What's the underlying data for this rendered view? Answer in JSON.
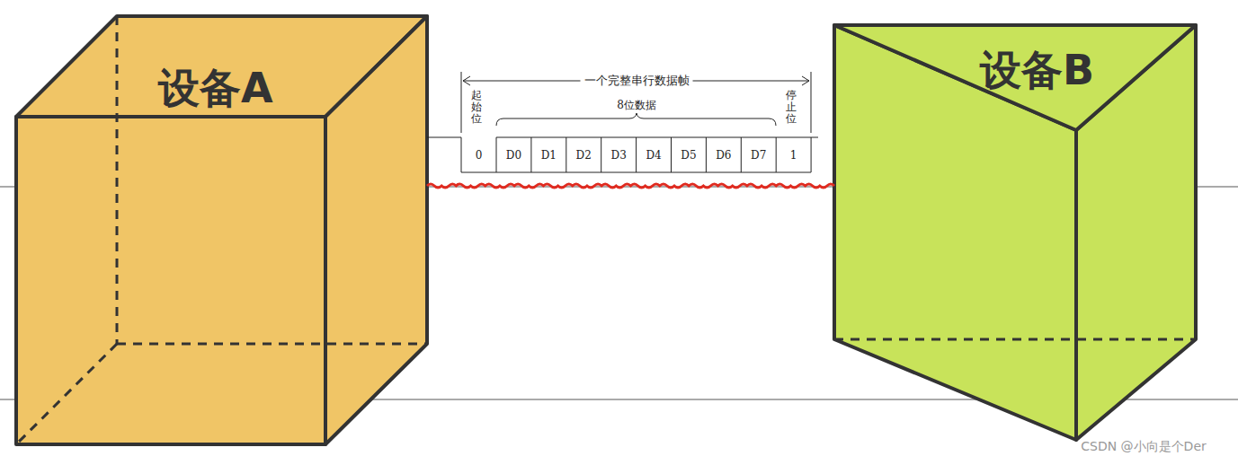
{
  "diagram": {
    "nodes": [
      {
        "text": [
          "设备A"
        ]
      },
      {
        "text": [
          "设备B"
        ]
      }
    ],
    "edges": [
      {
        "from": 0,
        "to": 1,
        "arrow": "none"
      }
    ],
    "labels": [
      "一个完整串行数据帧",
      "起始位",
      "8位数据",
      "停止位",
      "0",
      "D0",
      "D1",
      "D2",
      "D3",
      "D4",
      "D5",
      "D6",
      "D7",
      "1",
      "CSDN @小向是个Der"
    ]
  }
}
